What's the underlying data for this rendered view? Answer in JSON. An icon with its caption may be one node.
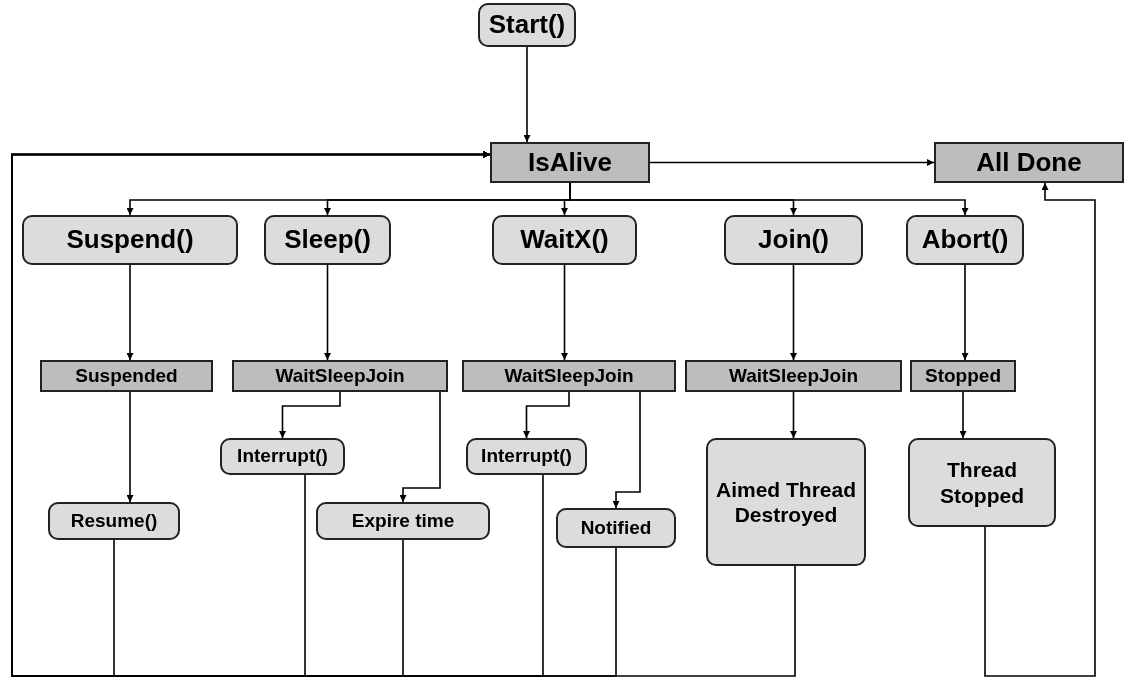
{
  "diagram": {
    "nodes": [
      {
        "text": [
          "Start()"
        ]
      },
      {
        "text": [
          "IsAlive"
        ]
      },
      {
        "text": [
          "All Done"
        ]
      },
      {
        "text": [
          "Suspend()"
        ]
      },
      {
        "text": [
          "Sleep()"
        ]
      },
      {
        "text": [
          "WaitX()"
        ]
      },
      {
        "text": [
          "Join()"
        ]
      },
      {
        "text": [
          "Abort()"
        ]
      },
      {
        "text": [
          "Suspended"
        ]
      },
      {
        "text": [
          "WaitSleepJoin"
        ]
      },
      {
        "text": [
          "WaitSleepJoin"
        ]
      },
      {
        "text": [
          "WaitSleepJoin"
        ]
      },
      {
        "text": [
          "Stopped"
        ]
      },
      {
        "text": [
          "Interrupt()"
        ]
      },
      {
        "text": [
          "Interrupt()"
        ]
      },
      {
        "text": [
          "Aimed Thread Destroyed"
        ]
      },
      {
        "text": [
          "Thread Stopped"
        ]
      },
      {
        "text": [
          "Resume()"
        ]
      },
      {
        "text": [
          "Expire time"
        ]
      },
      {
        "text": [
          "Notified"
        ]
      }
    ],
    "edges": [
      {
        "from": 0,
        "to": 1,
        "arrow": "to"
      },
      {
        "from": 1,
        "to": 2,
        "arrow": "to"
      },
      {
        "from": 1,
        "to": 3,
        "arrow": "to"
      },
      {
        "from": 1,
        "to": 4,
        "arrow": "to"
      },
      {
        "from": 1,
        "to": 5,
        "arrow": "to"
      },
      {
        "from": 1,
        "to": 6,
        "arrow": "to"
      },
      {
        "from": 1,
        "to": 7,
        "arrow": "to"
      },
      {
        "from": 3,
        "to": 8,
        "arrow": "to"
      },
      {
        "from": 4,
        "to": 9,
        "arrow": "to"
      },
      {
        "from": 5,
        "to": 10,
        "arrow": "to"
      },
      {
        "from": 6,
        "to": 11,
        "arrow": "to"
      },
      {
        "from": 7,
        "to": 12,
        "arrow": "to"
      },
      {
        "from": 9,
        "to": 13,
        "arrow": "to"
      },
      {
        "from": 9,
        "to": 18,
        "arrow": "to"
      },
      {
        "from": 10,
        "to": 14,
        "arrow": "to"
      },
      {
        "from": 10,
        "to": 19,
        "arrow": "to"
      },
      {
        "from": 11,
        "to": 15,
        "arrow": "to"
      },
      {
        "from": 12,
        "to": 16,
        "arrow": "to"
      },
      {
        "from": 8,
        "to": 17,
        "arrow": "to"
      },
      {
        "from": 17,
        "to": 1,
        "arrow": "to"
      },
      {
        "from": 13,
        "to": 1,
        "arrow": "to"
      },
      {
        "from": 18,
        "to": 1,
        "arrow": "to"
      },
      {
        "from": 14,
        "to": 1,
        "arrow": "to"
      },
      {
        "from": 19,
        "to": 1,
        "arrow": "to"
      },
      {
        "from": 15,
        "to": 1,
        "arrow": "to"
      },
      {
        "from": 16,
        "to": 2,
        "arrow": "to"
      }
    ]
  }
}
